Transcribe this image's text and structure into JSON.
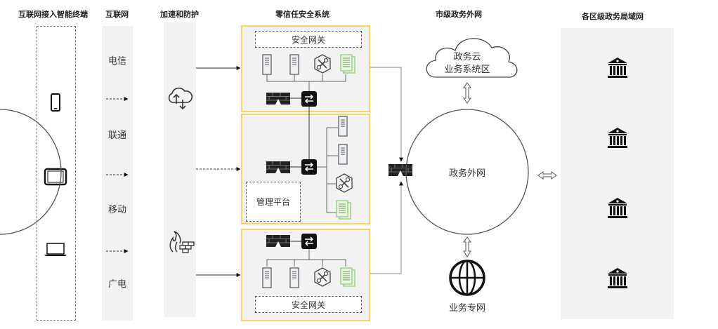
{
  "columns": {
    "terminals": "互联网接入智能终端",
    "internet": "互联网",
    "acceleration": "加速和防护",
    "zero_trust": "零信任安全系统",
    "city_gov_net": "市级政务外网",
    "district_lan": "各区级政务局域网"
  },
  "terminals": [
    {
      "icon": "smartphone-icon"
    },
    {
      "icon": "tablet-icon"
    },
    {
      "icon": "laptop-icon"
    }
  ],
  "carriers": [
    "电信",
    "联通",
    "移动",
    "广电"
  ],
  "acceleration_icons": [
    "cloud-sync-icon",
    "firewall-flame-icon"
  ],
  "zero_trust": {
    "gateway_label": "安全网关",
    "management_label": "管理平台",
    "units": [
      {
        "name": "gateway-unit-top"
      },
      {
        "name": "management-unit"
      },
      {
        "name": "gateway-unit-bottom"
      }
    ]
  },
  "gov_cloud": {
    "line1": "政务云",
    "line2": "业务系统区"
  },
  "gov_extranet": "政务外网",
  "private_network": "业务专网",
  "district_offices": 4,
  "colors": {
    "unit_border": "#f5d36a",
    "panel_bg": "#f2f2f2",
    "doc_icon": "#8dc47a"
  }
}
